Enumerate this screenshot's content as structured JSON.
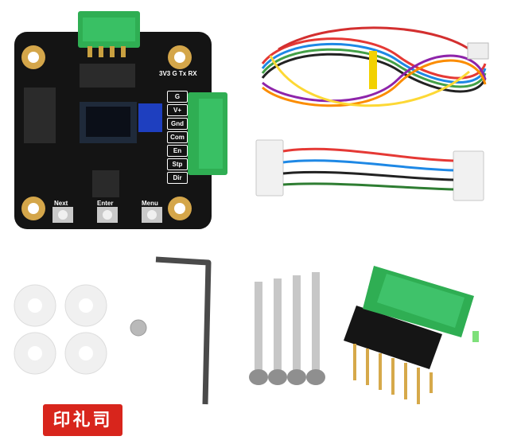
{
  "board": {
    "header_top": "3V3 G Tx RX",
    "pins": [
      "G",
      "V+",
      "Gnd",
      "Com",
      "En",
      "Stp",
      "Dir"
    ],
    "buttons": [
      "Next",
      "Enter",
      "Menu"
    ]
  },
  "stamp_text": "印礼司",
  "colors": {
    "pcb": "#141414",
    "connector": "#2fae53",
    "gold": "#d4a64a",
    "stamp": "#d8251c"
  }
}
